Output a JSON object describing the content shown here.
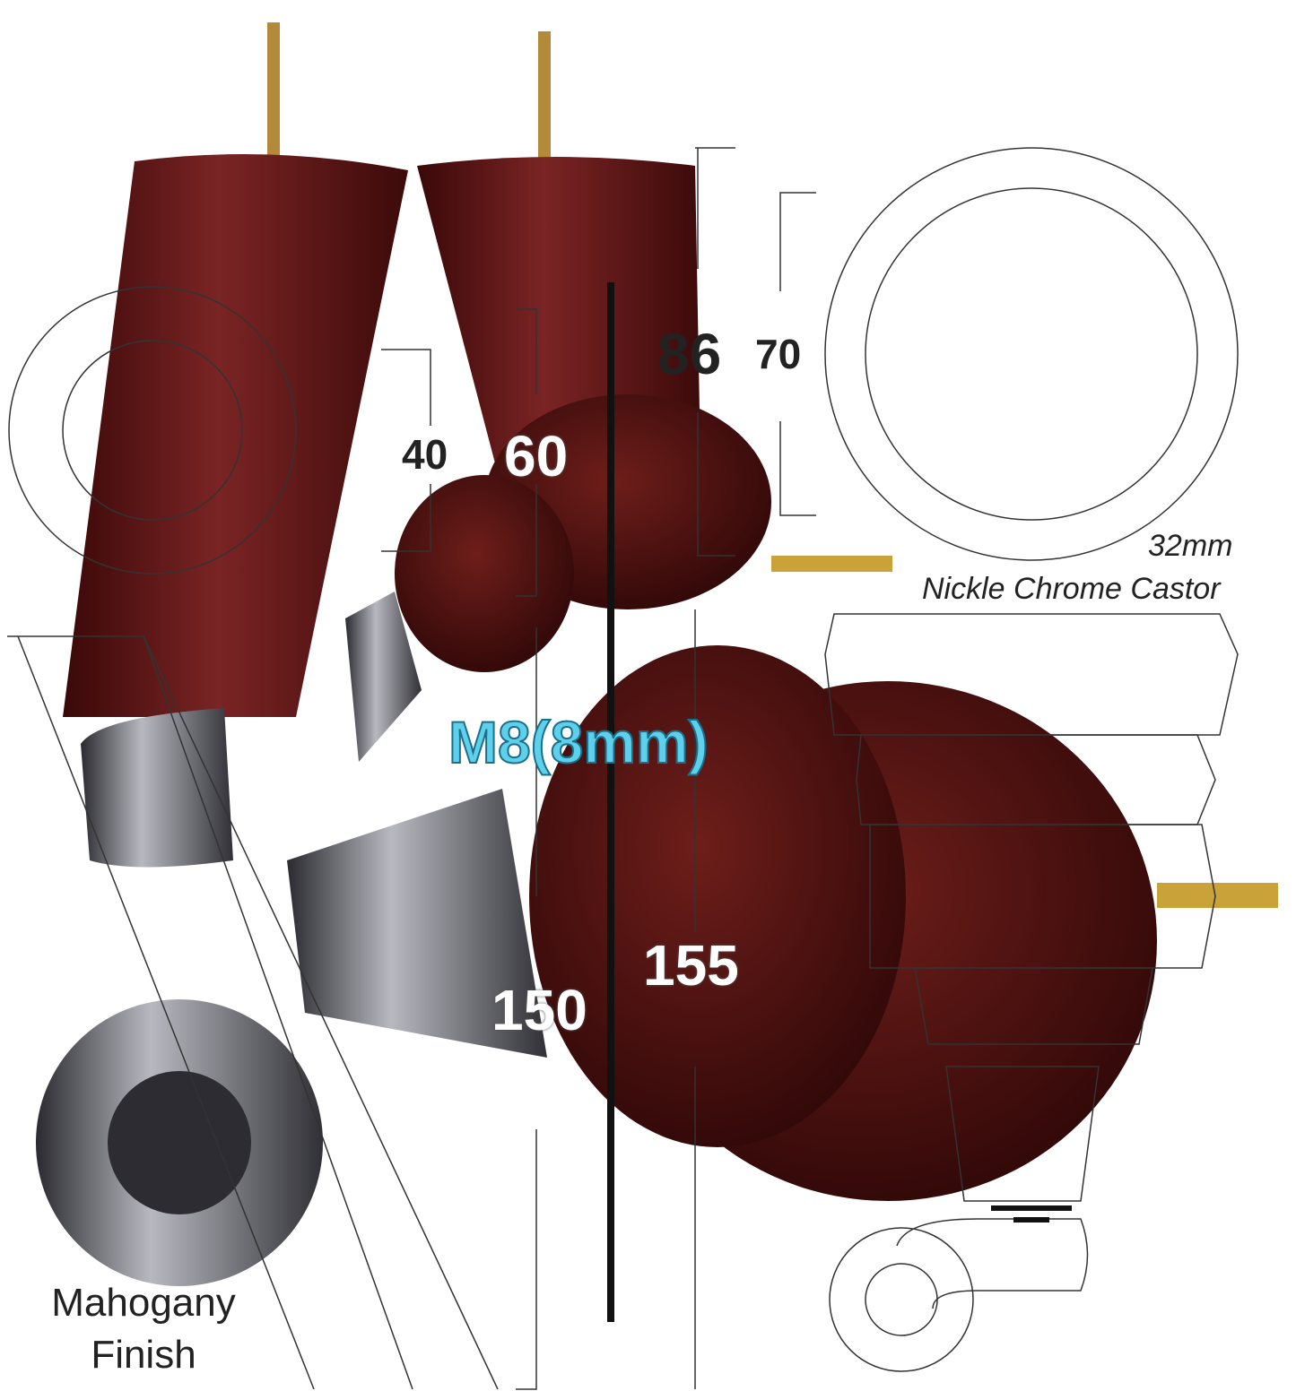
{
  "dimensions": {
    "castor_height": "86",
    "castor_diameter": "70",
    "leg_bottom": "40",
    "leg_top": "60",
    "bun_height": "155",
    "leg_height": "150"
  },
  "thread": "M8(8mm)",
  "castor": {
    "size": "32mm",
    "type": "Nickle Chrome Castor"
  },
  "finish": {
    "line1": "Mahogany",
    "line2": "Finish"
  },
  "colors": {
    "mahogany": "#5a1414",
    "chrome": "#4a4a52",
    "brass": "#c9a23a",
    "thread_label": "#5fd0ec"
  }
}
